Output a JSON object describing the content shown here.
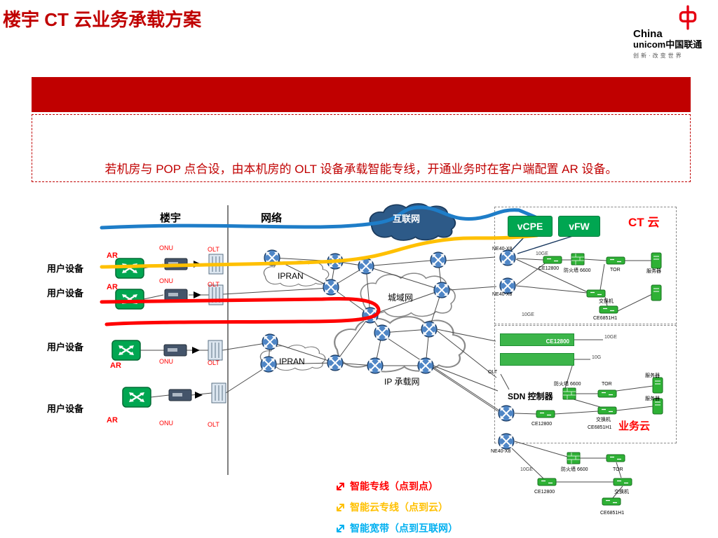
{
  "header": {
    "title": "楼宇 CT 云业务承载方案",
    "logo": {
      "line1": "China",
      "line2": "unicom中国联通",
      "tagline": "创新·改变世界"
    }
  },
  "banner": {
    "note": "若机房与 POP 点合设，由本机房的 OLT 设备承载智能专线，开通业务时在客户端配置 AR 设备。"
  },
  "diagram": {
    "zones": {
      "building": "楼宇",
      "network": "网络"
    },
    "access": {
      "user_device": "用户设备",
      "ar": "AR",
      "onu": "ONU",
      "olt": "OLT"
    },
    "clouds": {
      "internet": "互联网",
      "ipran": "IPRAN",
      "metro": "城域网",
      "ip_bearer": "IP 承载网"
    },
    "ct_cloud": {
      "title": "CT 云",
      "vcpe": "vCPE",
      "vfw": "vFW",
      "ne40_a": "NE40-X8",
      "ne40_b": "NE40-X8",
      "ce12800": "CE12800",
      "firewall": "防火墙 6600",
      "tor": "TOR",
      "server": "服务器",
      "switch": "交换机",
      "ce6851": "CE6851H1",
      "link_a": "10GE",
      "link_b": "10GE"
    },
    "service_cloud": {
      "title": "业务云",
      "sdn": "SDN 控制器",
      "olt": "OLT",
      "ce12800_bar": "CE12800",
      "link_a": "10GE",
      "link_b": "10G",
      "firewall": "防火墙 6600",
      "tor": "TOR",
      "server_a": "服务器",
      "server_b": "服务器",
      "switch": "交换机",
      "ce6851": "CE6851H1",
      "ce12800": "CE12800"
    },
    "edge_cluster": {
      "ne40": "NE40-X8",
      "link": "10GE",
      "firewall": "防火墙 6600",
      "tor": "TOR",
      "ce12800": "CE12800",
      "switch": "交换机",
      "ce6851": "CE6851H1"
    }
  },
  "legend": {
    "items": [
      {
        "label": "智能专线（点到点）",
        "color": "#ff0000"
      },
      {
        "label": "智能云专线（点到云）",
        "color": "#ffc000"
      },
      {
        "label": "智能宽带（点到互联网）",
        "color": "#00b0f0"
      }
    ]
  }
}
